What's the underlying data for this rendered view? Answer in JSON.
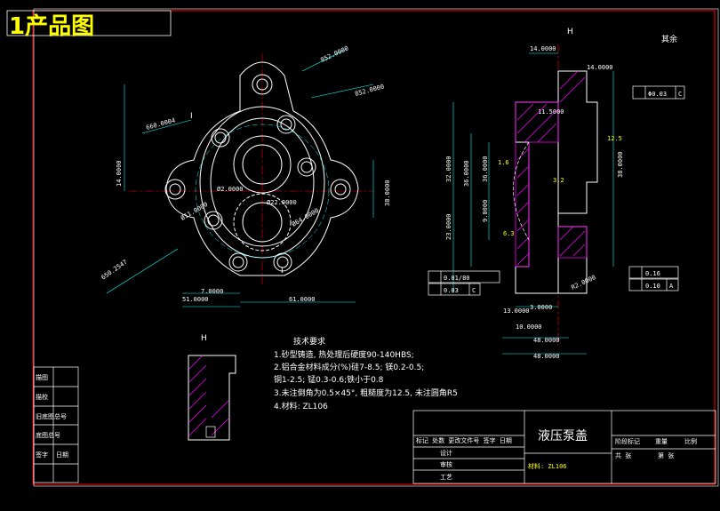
{
  "header": {
    "title": "1产品图"
  },
  "drawing": {
    "name": "液压泵盖",
    "material_label": "材料: ZL106",
    "surface_note": "其余",
    "section_label": "H",
    "detail_label": "H",
    "section_mark": "I"
  },
  "requirements": {
    "title": "技术要求",
    "items": [
      "1.砂型铸造, 热处理后硬度90-140HBS;",
      "2.铝合金材料成分(%)硅7-8.5; 镁0.2-0.5;",
      "  铜1-2.5; 锰0.3-0.6;铁小于0.8",
      "3.未注倒角为0.5×45°, 粗糙度为12.5, 未注圆角R5",
      "4.材料: ZL106"
    ]
  },
  "dims": {
    "front": [
      "14.0000",
      "51.0000",
      "61.0000",
      "7.0000",
      "38.0000",
      "660.0004",
      "650.2547",
      "852.0000",
      "852.0000",
      "Ø11.0000",
      "Ø64.0000",
      "Ø2.0000",
      "Ø22.0000"
    ],
    "side": [
      "14.0000",
      "11.5000",
      "3.0000",
      "13.0000",
      "10.0000",
      "48.0000",
      "48.0000",
      "23.0000",
      "32.0000",
      "36.0000",
      "9.0000",
      "36.0000",
      "38.0000",
      "1.6",
      "3.2",
      "6.3",
      "12.5",
      "14.0000",
      "R2.0000"
    ]
  },
  "tolerances": {
    "flatness": "0.01/80",
    "perp": "0.03",
    "perp_ref": "C",
    "runout_a": "0.16",
    "runout_b": "0.10",
    "runout_ref": "A",
    "conc": "Φ0.03",
    "conc_ref": "C"
  },
  "title_block": {
    "left_rows": [
      "描图",
      "描校",
      "旧底图总号",
      "底图总号",
      "签字",
      "日期"
    ],
    "mid_rows": [
      "标记 处数 更改文件号 签字 日期",
      "设计",
      "审核",
      "工艺"
    ],
    "right_top": [
      "阶段标记",
      "重量",
      "比例"
    ],
    "right_bottom": [
      "共 张",
      "第 张"
    ]
  },
  "colors": {
    "frame": "#ff0000",
    "line": "#ffffff",
    "dim": "#00ffff",
    "annot": "#ffff00",
    "hatch": "#ff00ff",
    "background": "#000000"
  }
}
